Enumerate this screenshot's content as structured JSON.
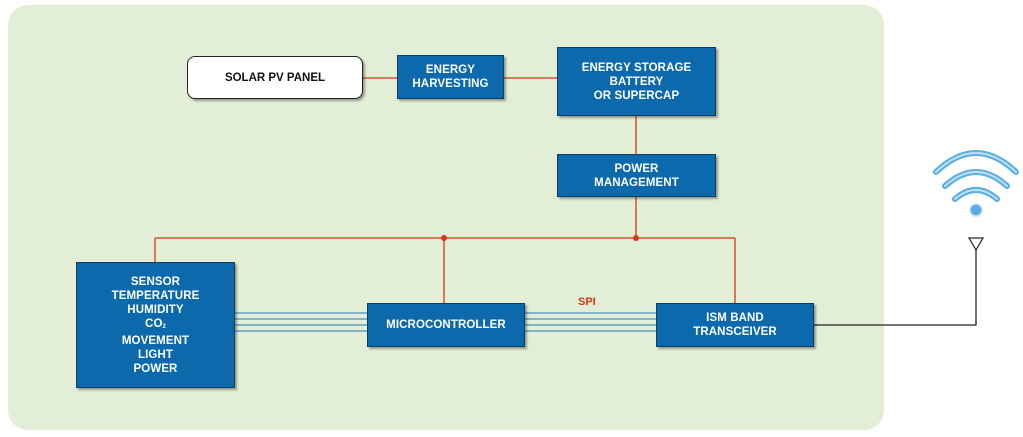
{
  "blocks": {
    "solar": "SOLAR PV PANEL",
    "harvesting": [
      "ENERGY",
      "HARVESTING"
    ],
    "storage": [
      "ENERGY STORAGE",
      "BATTERY",
      "OR SUPERCAP"
    ],
    "power_mgmt": [
      "POWER",
      "MANAGEMENT"
    ],
    "sensor": {
      "title": "SENSOR",
      "items": [
        "TEMPERATURE",
        "HUMIDITY"
      ],
      "co2_main": "CO",
      "co2_sub": "2",
      "items_after": [
        "MOVEMENT",
        "LIGHT",
        "POWER"
      ]
    },
    "mcu": "MICROCONTROLLER",
    "transceiver": [
      "ISM BAND",
      "TRANSCEIVER"
    ]
  },
  "labels": {
    "spi": "SPI"
  },
  "colors": {
    "background": "#e3eed6",
    "block": "#0c6aac",
    "power_line": "#d03a18",
    "data_line": "#1e7bbf",
    "wireless_icon": "#5aaee0"
  },
  "icons": [
    "wifi-signal-icon",
    "antenna-icon"
  ]
}
